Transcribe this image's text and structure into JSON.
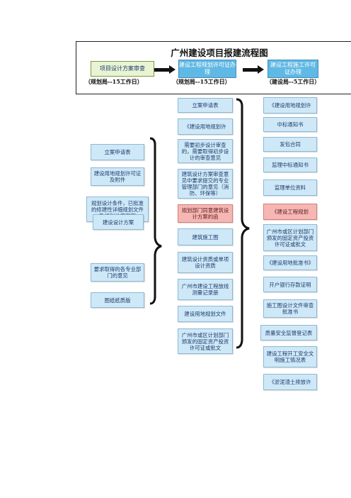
{
  "title": "广州建设项目报建流程图",
  "stages": [
    {
      "label": "项目设计方案审查",
      "note": "（规划局--15工作日）"
    },
    {
      "label": "建设工程规划许可证办理",
      "note": "（规划局--15工作日）"
    },
    {
      "label": "建设工程施工许可证办理",
      "note": "（建设局--5工作日）"
    }
  ],
  "left_column": [
    "立案申请表",
    "建设用地规划许可证及附件",
    "规划设计条件，已批准的修建性详细规划文件及规划总平面图",
    "建设设计方案",
    "要求取得的各专业部门的意见",
    "图纸纸质版"
  ],
  "middle_column": [
    "立案申请表",
    "《建设用地规划许",
    "需要初步设计审查的，需要取得初步设计的审查意见",
    "建筑设计方案审查意见中要求提交的专业管理部门的意见（消防、环保等）",
    "规划部门同意建筑设计方案的函",
    "建筑施工图",
    "建筑设计资质或单项设计资质",
    "广州市建设工程放线测量记录册",
    "建设用地规划文件",
    "广州市或区计划部门颁发的固定资产投资许可证或批文"
  ],
  "right_column": [
    "《建设用地规划许",
    "中标通知书",
    "发包合同",
    "监理中标通知书",
    "监理单位资料",
    "《建设工程规划",
    "广州市或区计划部门颁发的固定资产投资许可证或批文",
    "《建设用地批准书》",
    "开户银行存款证明",
    "施工图设计文件审查批准书",
    "质量安全监督登记表",
    "建设工程开工安全文明施工情况表",
    "《淤泥渣土排放许"
  ]
}
